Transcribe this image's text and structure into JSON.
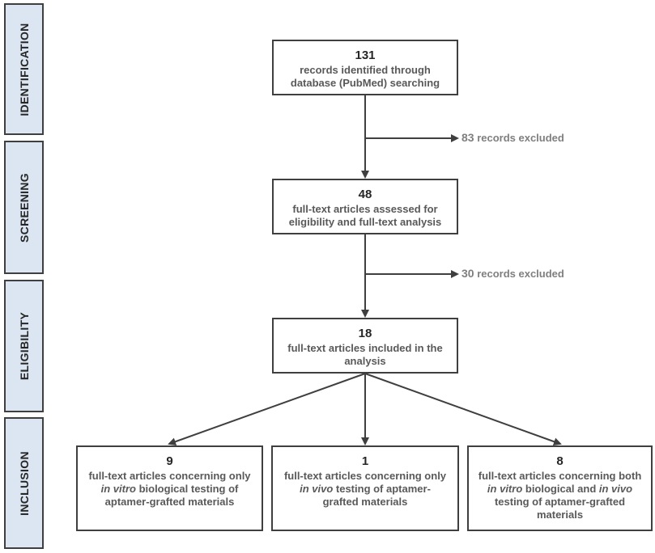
{
  "stages": [
    {
      "id": "identification",
      "label": "IDENTIFICATION"
    },
    {
      "id": "screening",
      "label": "SCREENING"
    },
    {
      "id": "eligibility",
      "label": "ELIGIBILITY"
    },
    {
      "id": "inclusion",
      "label": "INCLUSION"
    }
  ],
  "boxes": {
    "identified": {
      "count": "131",
      "text": "records identified through database (PubMed) searching"
    },
    "screened": {
      "count": "48",
      "text": "full-text articles assessed for eligibility and full-text analysis"
    },
    "eligible": {
      "count": "18",
      "text": "full-text articles included in the analysis"
    },
    "in_vitro": {
      "count": "9",
      "text_before": "full-text articles concerning only ",
      "italic_1": "in vitro",
      "text_after": " biological testing of aptamer-grafted materials"
    },
    "in_vivo": {
      "count": "1",
      "text_before": "full-text articles concerning only ",
      "italic_1": "in vivo",
      "text_after": " testing of aptamer-grafted materials"
    },
    "both": {
      "count": "8",
      "text_before": "full-text articles concerning both ",
      "italic_1": "in vitro",
      "text_middle": " biological and ",
      "italic_2": "in vivo",
      "text_after": " testing of aptamer-grafted materials"
    }
  },
  "exclusions": [
    {
      "count": "83",
      "text": " records excluded"
    },
    {
      "count": "30",
      "text": " records excluded"
    }
  ],
  "colors": {
    "stage_fill": "#dce6f2",
    "border": "#3f3f3f",
    "text": "#595959",
    "excluded_text": "#7f7f7f"
  }
}
